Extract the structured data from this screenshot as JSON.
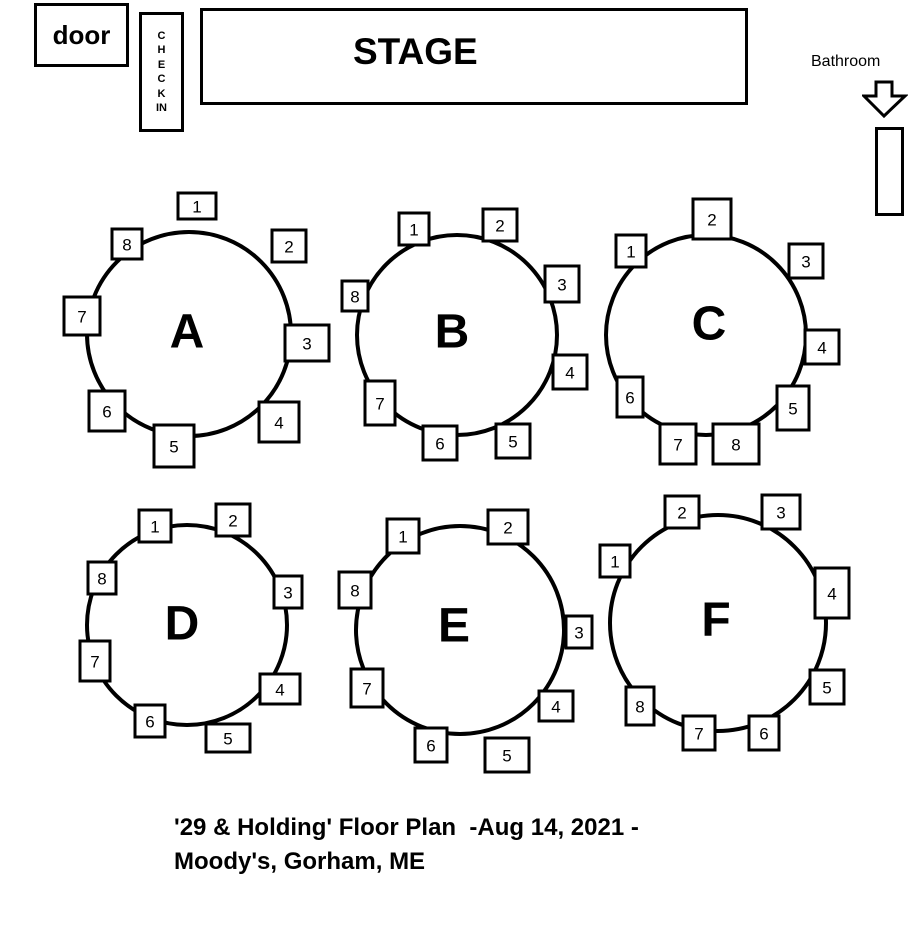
{
  "room": {
    "door_label": "door",
    "checkin_letters": [
      "C",
      "H",
      "E",
      "C",
      "K",
      "IN"
    ],
    "stage_label": "STAGE",
    "bathroom_label": "Bathroom"
  },
  "tables": [
    {
      "label": "A",
      "seats": [
        "1",
        "2",
        "3",
        "4",
        "5",
        "6",
        "7",
        "8"
      ]
    },
    {
      "label": "B",
      "seats": [
        "1",
        "2",
        "3",
        "4",
        "5",
        "6",
        "7",
        "8"
      ]
    },
    {
      "label": "C",
      "seats": [
        "1",
        "2",
        "3",
        "4",
        "5",
        "6",
        "7",
        "8"
      ]
    },
    {
      "label": "D",
      "seats": [
        "1",
        "2",
        "3",
        "4",
        "5",
        "6",
        "7",
        "8"
      ]
    },
    {
      "label": "E",
      "seats": [
        "1",
        "2",
        "3",
        "4",
        "5",
        "6",
        "7",
        "8"
      ]
    },
    {
      "label": "F",
      "seats": [
        "1",
        "2",
        "3",
        "4",
        "5",
        "6",
        "7",
        "8"
      ]
    }
  ],
  "caption": {
    "line1": "'29 & Holding' Floor Plan  -Aug 14, 2021 -",
    "line2": "Moody's, Gorham, ME"
  }
}
